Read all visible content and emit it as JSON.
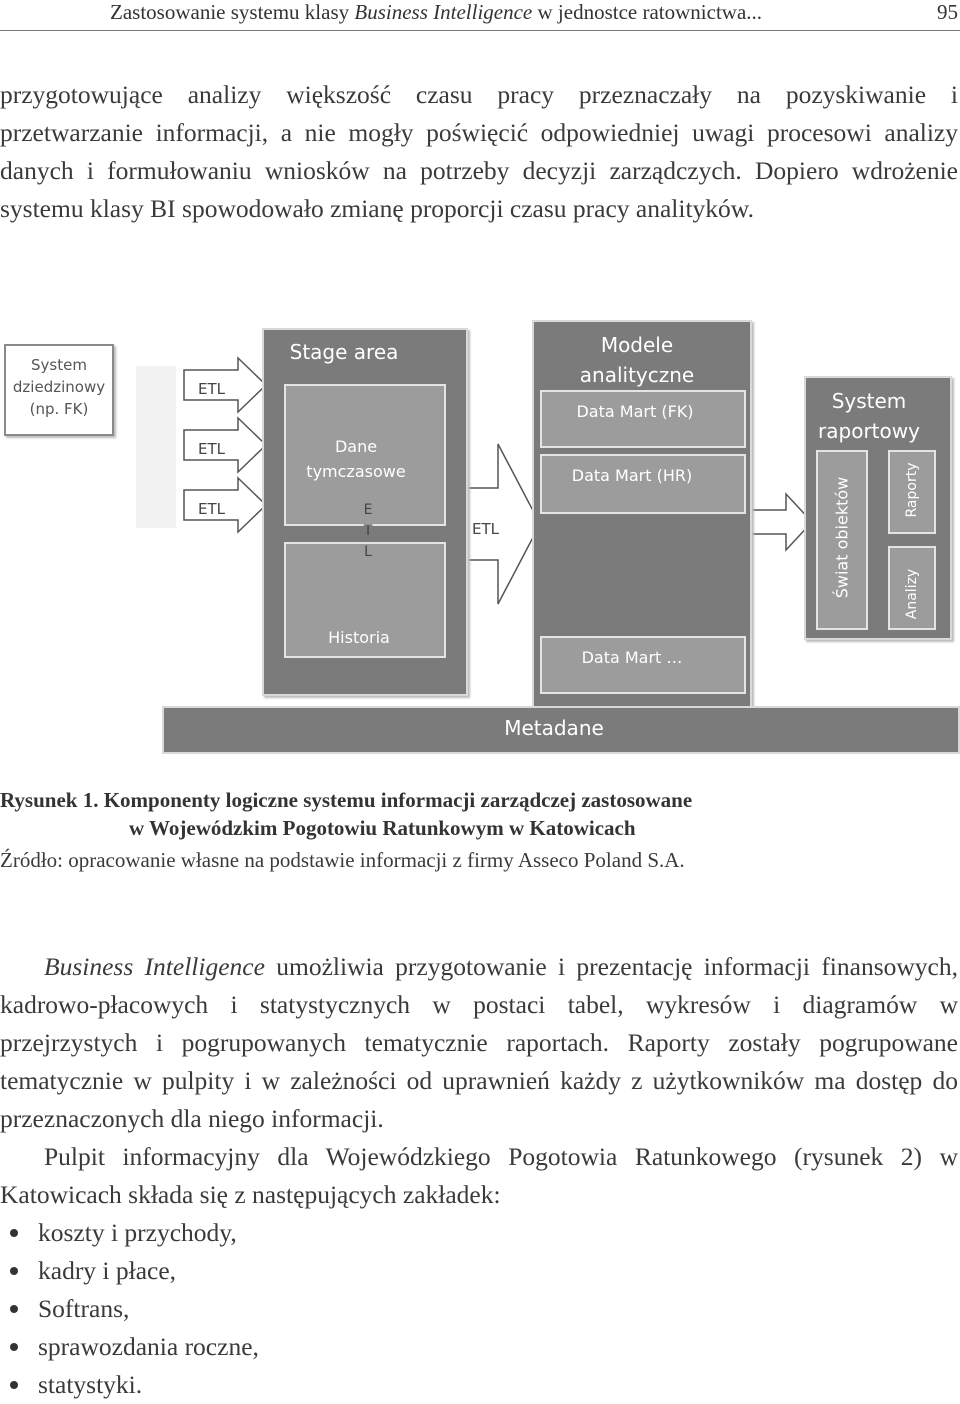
{
  "header": {
    "running_title_pre": "Zastosowanie systemu klasy ",
    "running_title_em": "Business Intelligence",
    "running_title_post": " w jednostce ratownictwa...",
    "page_number": "95"
  },
  "paragraphs": {
    "p1": "przygotowujące analizy większość czasu pracy przeznaczały na pozyskiwanie i przetwarzanie informacji, a nie mogły poświęcić odpowiedniej uwagi procesowi analizy danych i formułowaniu wniosków na potrzeby decyzji zarządczych. Dopiero wdrożenie systemu klasy BI spowodowało zmianę proporcji czasu pracy analityków.",
    "p2_em": "Business Intelligence",
    "p2_rest": " umożliwia przygotowanie i prezentację informacji finansowych, kadrowo-płacowych i statystycznych w postaci tabel, wykresów i diagramów w przejrzystych i pogrupowanych tematycznie raportach. Raporty zostały pogrupowane tematycznie w pulpity i w zależności od uprawnień każdy z użytkowników ma dostęp do przeznaczonych dla niego informacji.",
    "p3": "Pulpit informacyjny dla Wojewódzkiego Pogotowia Ratunkowego (rysunek 2) w Katowicach składa się z następujących zakładek:"
  },
  "bullets": [
    "koszty i przychody,",
    "kadry i płace,",
    "Softrans,",
    "sprawozdania roczne,",
    "statystyki."
  ],
  "figure": {
    "source_system": [
      "System",
      "dziedzinowy",
      "(np. FK)"
    ],
    "etl_labels": [
      "ETL",
      "ETL",
      "ETL"
    ],
    "stage_area": "Stage area",
    "temp_data": [
      "Dane",
      "tymczasowe"
    ],
    "etl_vertical": [
      "E",
      "T",
      "L"
    ],
    "history": "Historia",
    "etl_main": "ETL",
    "models": [
      "Modele",
      "analityczne"
    ],
    "data_mart_fk": "Data Mart (FK)",
    "data_mart_hr": "Data Mart (HR)",
    "data_mart_more": "Data Mart …",
    "reporting": [
      "System",
      "raportowy"
    ],
    "object_world": "Świat obiektów",
    "reports": "Raporty",
    "analyses": "Analizy",
    "metadata": "Metadane"
  },
  "caption": {
    "line1": "Rysunek 1. Komponenty logiczne systemu informacji zarządczej zastosowane",
    "line2": "w Wojewódzkim Pogotowiu Ratunkowym w Katowicach",
    "source": "Źródło: opracowanie własne na podstawie informacji z firmy Asseco Poland S.A."
  }
}
